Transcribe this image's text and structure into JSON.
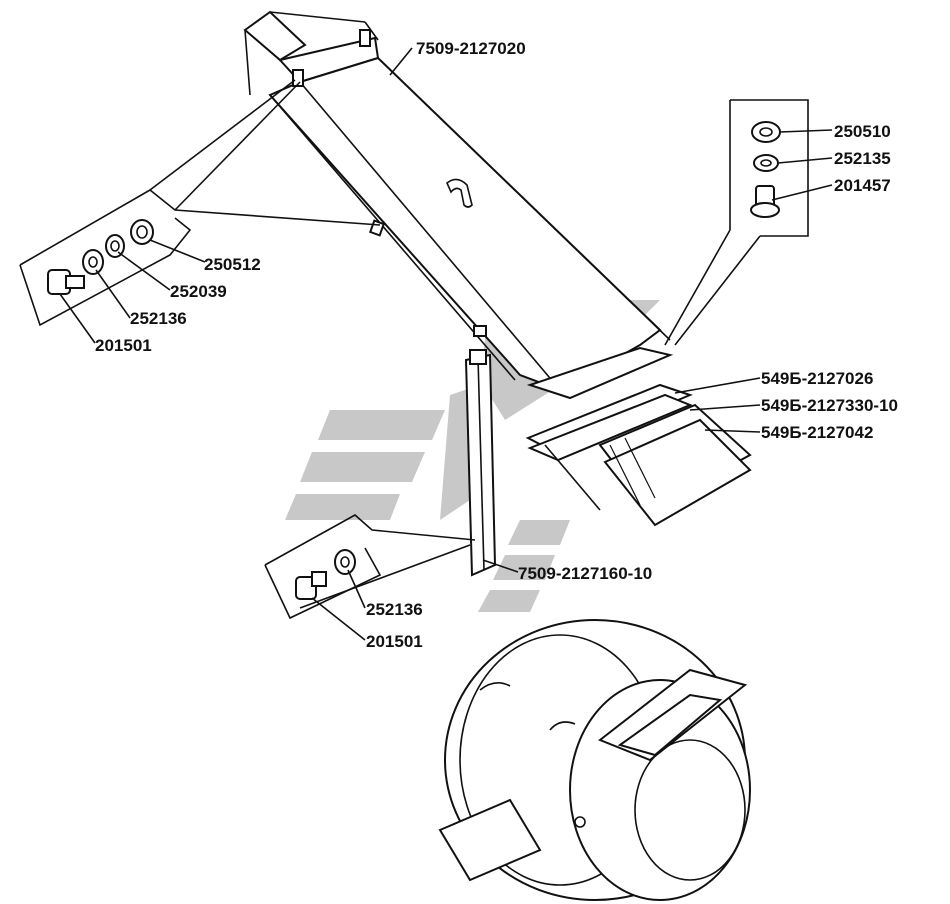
{
  "colors": {
    "line": "#111111",
    "watermark": "#c8c8c8",
    "background": "#ffffff"
  },
  "labels": {
    "duct": "7509-2127020",
    "nut_top": "250510",
    "washer_top": "252135",
    "bolt_top": "201457",
    "nut_left": "250512",
    "washer_left_1": "252039",
    "washer_left_2": "252136",
    "bolt_left": "201501",
    "gasket_1": "549Б-2127026",
    "gasket_2": "549Б-2127330-10",
    "gasket_3": "549Б-2127042",
    "strut": "7509-2127160-10",
    "washer_bottom": "252136",
    "bolt_bottom": "201501"
  }
}
